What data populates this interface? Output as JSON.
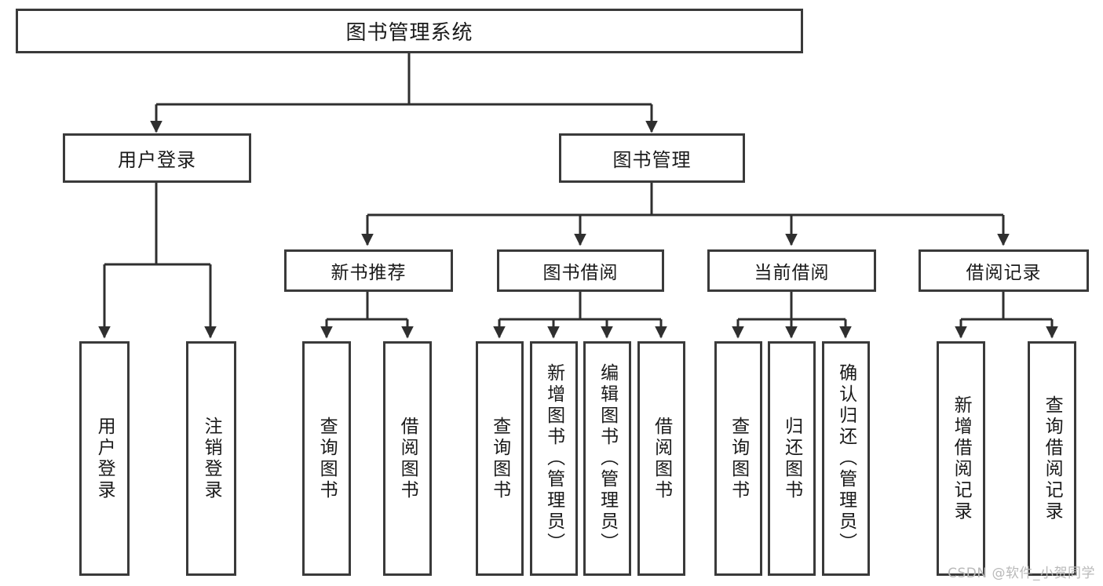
{
  "diagram": {
    "title": "图书管理系统",
    "type": "tree",
    "root": {
      "label": "图书管理系统"
    },
    "level2": [
      {
        "id": "user-login",
        "label": "用户登录"
      },
      {
        "id": "book-management",
        "label": "图书管理"
      }
    ],
    "level3": [
      {
        "id": "new-book-recommend",
        "label": "新书推荐",
        "parent": "book-management"
      },
      {
        "id": "book-borrow",
        "label": "图书借阅",
        "parent": "book-management"
      },
      {
        "id": "current-borrow",
        "label": "当前借阅",
        "parent": "book-management"
      },
      {
        "id": "borrow-record",
        "label": "借阅记录",
        "parent": "book-management"
      }
    ],
    "leaves": [
      {
        "id": "leaf-user-login",
        "label": "用户登录",
        "parent": "user-login"
      },
      {
        "id": "leaf-user-logout",
        "label": "注销登录",
        "parent": "user-login"
      },
      {
        "id": "leaf-query-book-1",
        "label": "查询图书",
        "parent": "new-book-recommend"
      },
      {
        "id": "leaf-borrow-book-1",
        "label": "借阅图书",
        "parent": "new-book-recommend"
      },
      {
        "id": "leaf-query-book-2",
        "label": "查询图书",
        "parent": "book-borrow"
      },
      {
        "id": "leaf-add-book",
        "label": "新增图书（管理员）",
        "parent": "book-borrow"
      },
      {
        "id": "leaf-edit-book",
        "label": "编辑图书（管理员）",
        "parent": "book-borrow"
      },
      {
        "id": "leaf-borrow-book-2",
        "label": "借阅图书",
        "parent": "book-borrow"
      },
      {
        "id": "leaf-query-book-3",
        "label": "查询图书",
        "parent": "current-borrow"
      },
      {
        "id": "leaf-return-book",
        "label": "归还图书",
        "parent": "current-borrow"
      },
      {
        "id": "leaf-confirm-return",
        "label": "确认归还（管理员）",
        "parent": "current-borrow"
      },
      {
        "id": "leaf-add-record",
        "label": "新增借阅记录",
        "parent": "borrow-record"
      },
      {
        "id": "leaf-query-record",
        "label": "查询借阅记录",
        "parent": "borrow-record"
      }
    ],
    "colors": {
      "stroke": "#3a3a3a",
      "fill": "#ffffff",
      "text": "#1a1a1a",
      "watermark": "#b9b9b9"
    }
  },
  "watermark": {
    "text": "CSDN @软件_小贺同学"
  }
}
